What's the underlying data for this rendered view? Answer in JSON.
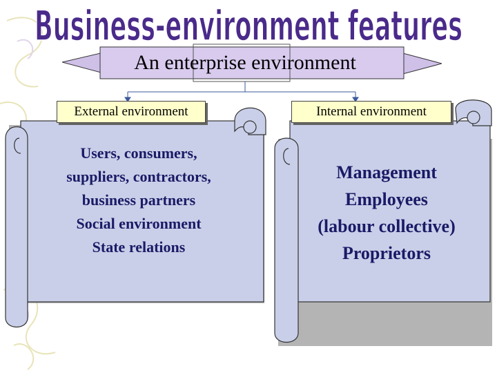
{
  "title": "Business-environment features",
  "banner": {
    "text": "An enterprise environment"
  },
  "external": {
    "label": "External environment",
    "items": [
      "Users, consumers,",
      "suppliers, contractors,",
      "business partners",
      "Social environment",
      "State relations"
    ]
  },
  "internal": {
    "label": "Internal environment",
    "items": [
      "Management",
      "Employees",
      "(labour collective)",
      "Proprietors"
    ]
  },
  "colors": {
    "title_fill": "#4a2a8a",
    "banner_fill": "#cfc0e8",
    "label_fill": "#ffffcc",
    "scroll_fill": "#c9cfe8",
    "text_color": "#1a1a66",
    "connector": "#3a5a9a"
  }
}
